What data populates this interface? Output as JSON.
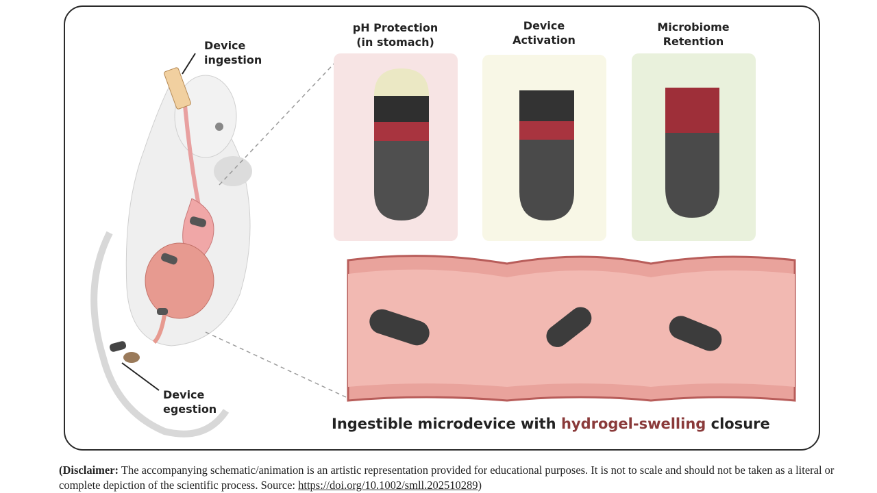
{
  "labels": {
    "device_ingestion": [
      "Device",
      "ingestion"
    ],
    "device_egestion": [
      "Device",
      "egestion"
    ],
    "stages": [
      {
        "line1": "pH Protection",
        "line2": "(in stomach)",
        "color": "#f7e4e4"
      },
      {
        "line1": "Device",
        "line2": "Activation",
        "color": "#f8f7e6"
      },
      {
        "line1": "Microbiome",
        "line2": "Retention",
        "color": "#e9f1dc"
      }
    ]
  },
  "caption": {
    "prefix": "Ingestible microdevice with ",
    "highlight": "hydrogel-swelling",
    "suffix": " closure"
  },
  "disclaimer": {
    "bold": "(Disclaimer:",
    "text": " The accompanying schematic/animation is an artistic representation provided for educational purposes. It is not to scale and should not be taken as a literal or complete depiction of the scientific process. Source: ",
    "link": "https://doi.org/10.1002/smll.202510289",
    "close": ")"
  }
}
